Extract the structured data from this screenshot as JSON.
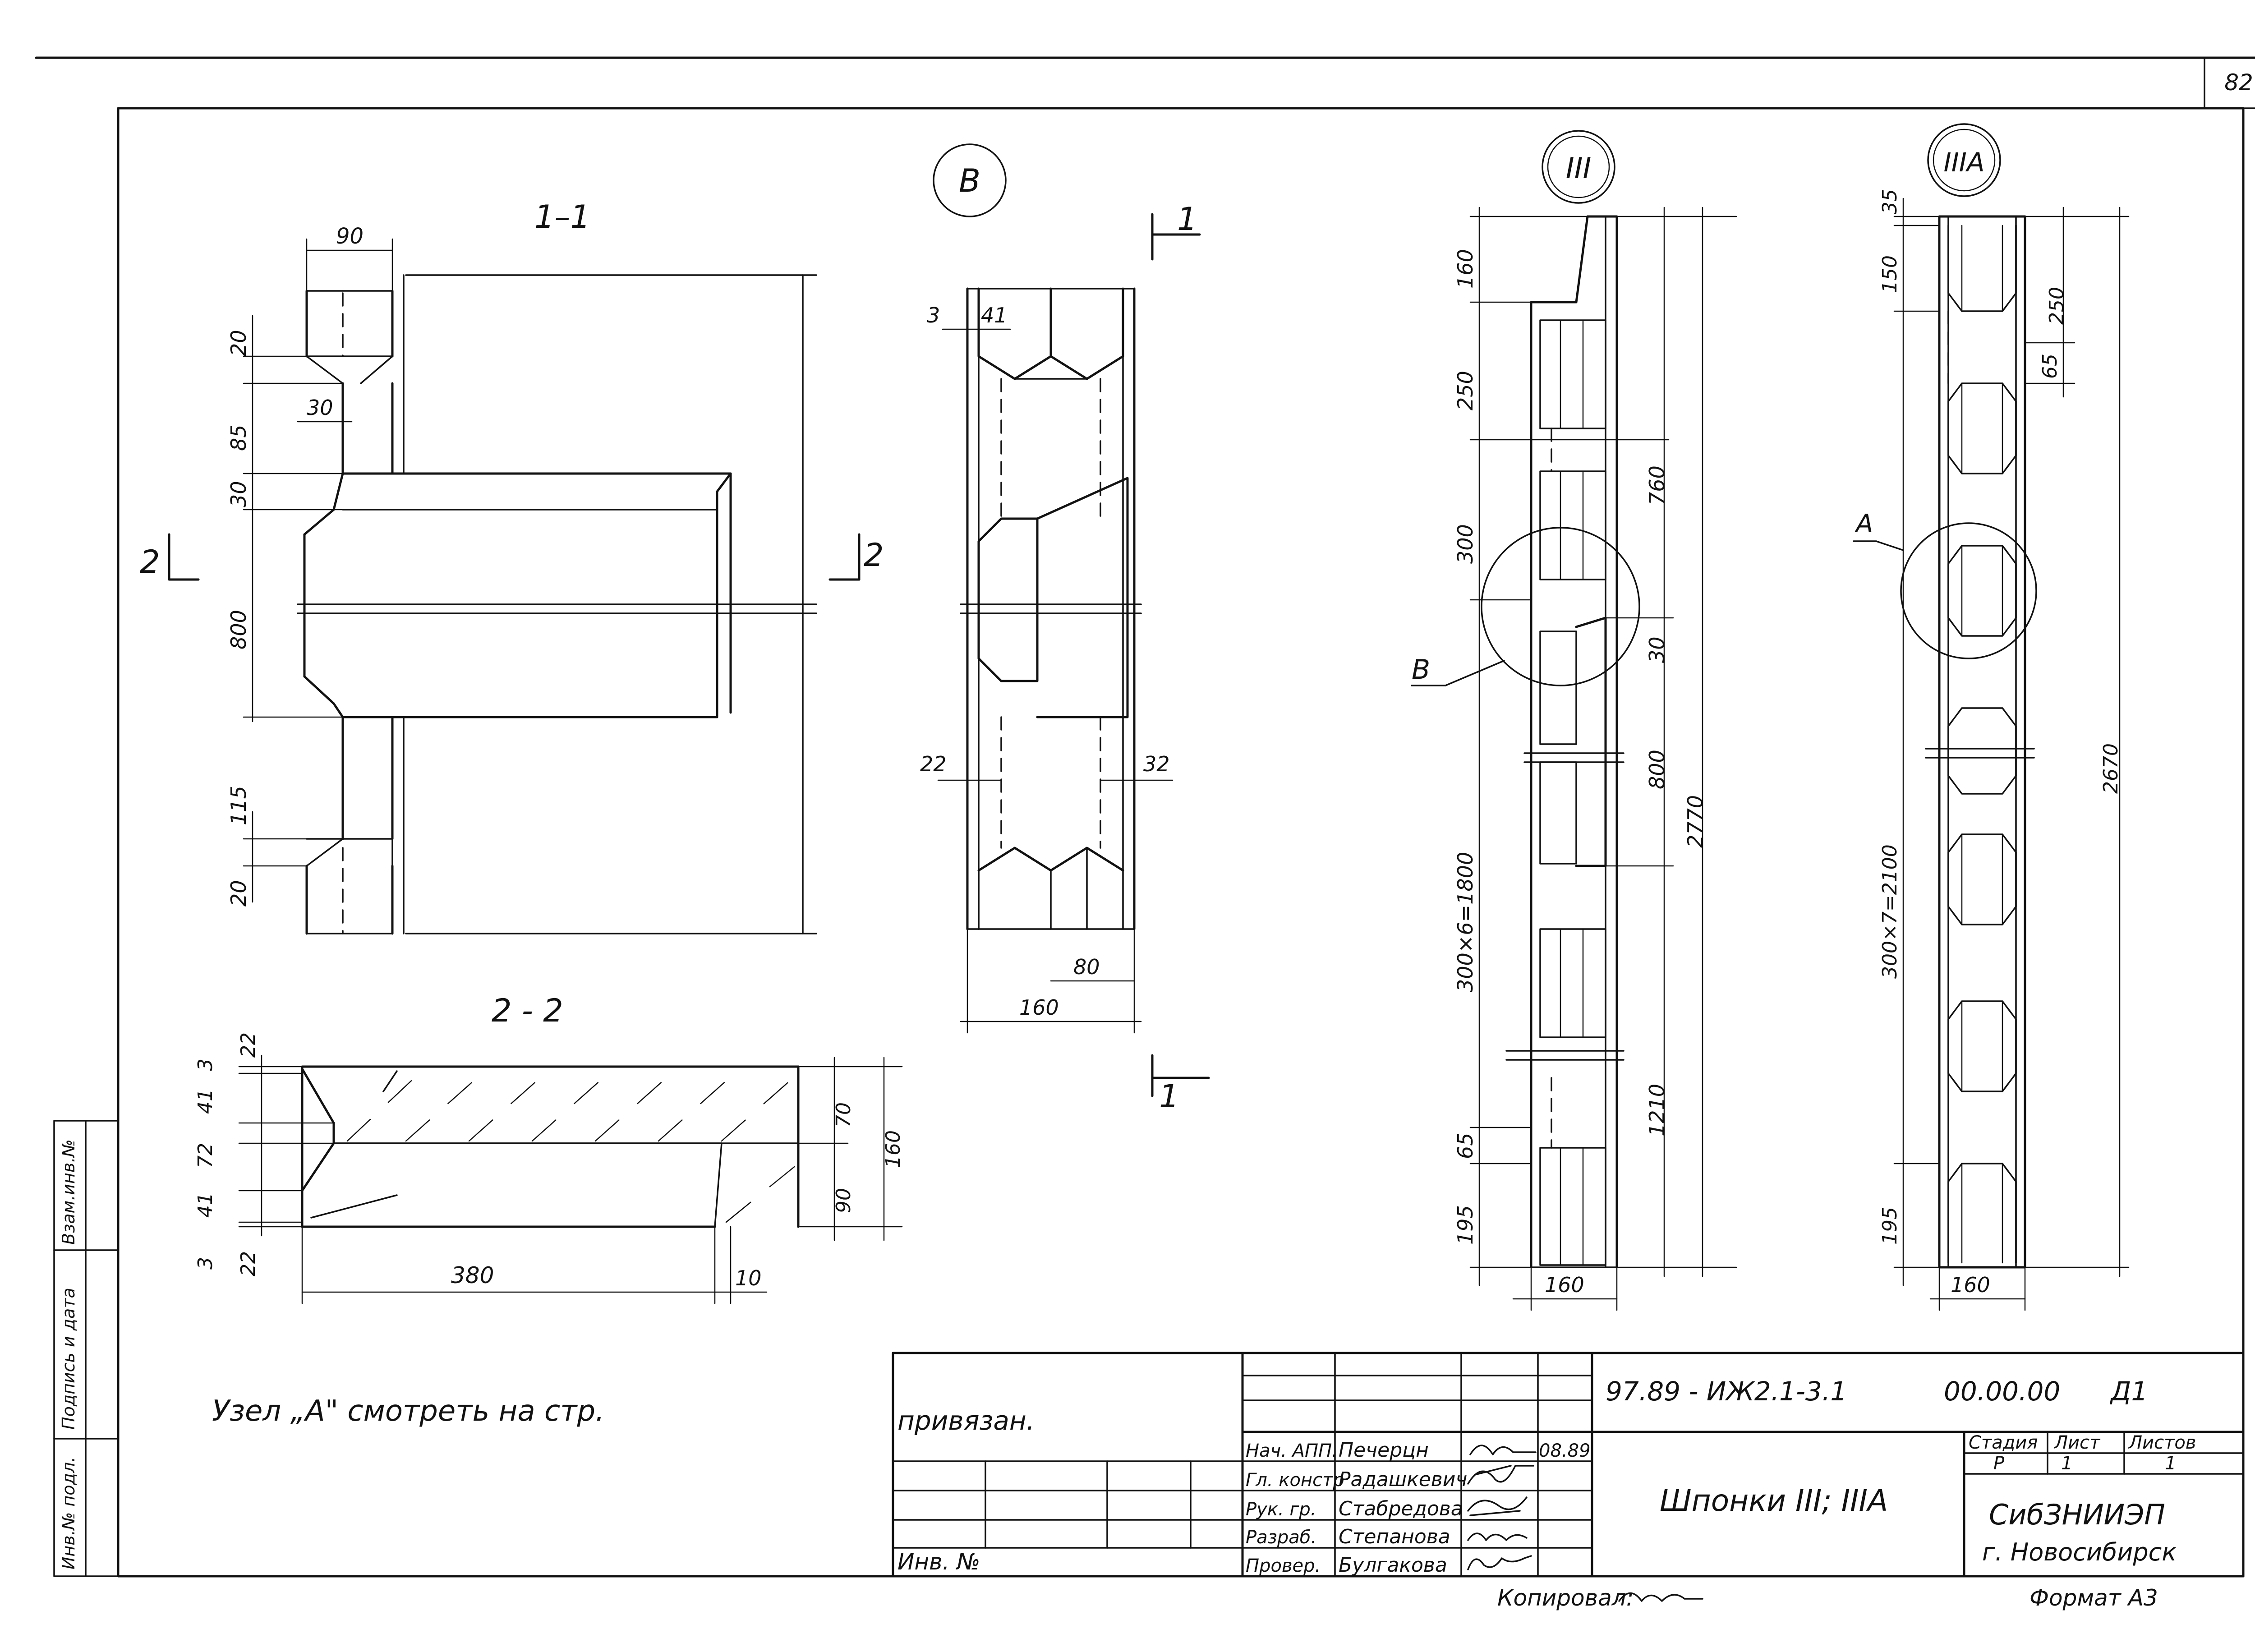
{
  "page_number": "82",
  "views": {
    "section_1_1": {
      "title": "1–1",
      "cut_mark": "2",
      "dims": {
        "w90": "90",
        "d20_top": "20",
        "d30": "30",
        "d85": "85",
        "d30b": "30",
        "d800": "800",
        "d115": "115",
        "d20_bot": "20"
      }
    },
    "section_2_2": {
      "title": "2 - 2",
      "dims": {
        "d3a": "3",
        "d22a": "22",
        "d41a": "41",
        "d72": "72",
        "d41b": "41",
        "d3b": "3",
        "d22b": "22",
        "d70": "70",
        "d90": "90",
        "d160": "160",
        "d380": "380",
        "d10": "10"
      }
    },
    "node_v": {
      "label": "В",
      "cut_mark": "1",
      "dims": {
        "d3": "3",
        "d41": "41",
        "d22": "22",
        "d32": "32",
        "d80": "80",
        "d160": "160"
      }
    },
    "key_III": {
      "label": "III",
      "node_callout": "В",
      "dims": {
        "d160_top": "160",
        "d250": "250",
        "d300": "300",
        "d760": "760",
        "d30": "30",
        "d800": "800",
        "d2770": "2770",
        "d300x6": "300×6=1800",
        "d1210": "1210",
        "d65": "65",
        "d195": "195",
        "d160_w": "160"
      }
    },
    "key_IIIA": {
      "label": "IIIА",
      "node_callout": "А",
      "dims": {
        "d35": "35",
        "d150": "150",
        "d250": "250",
        "d65": "65",
        "d2670": "2670",
        "d300x7": "300×7=2100",
        "d195": "195",
        "d160_w": "160"
      }
    }
  },
  "note": "Узел „А\" смотреть на стр.",
  "title_block": {
    "doc_code": "97.89 - ИЖ2.1-3.1",
    "doc_num": "00.00.00",
    "sheet_mark": "Д1",
    "title": "Шпонки III; IIIА",
    "stage_label": "Стадия",
    "sheet_label": "Лист",
    "sheets_label": "Листов",
    "stage": "Р",
    "sheet": "1",
    "sheets": "1",
    "org": "СибЗНИИЭП",
    "city": "г. Новосибирск",
    "bound_label": "привязан.",
    "inv_label": "Инв. №",
    "roles": [
      "Нач. АПП.",
      "Гл. констр",
      "Рук. гр.",
      "Разраб.",
      "Провер."
    ],
    "names": [
      "Печерцн",
      "Радашкевич",
      "Стабредова",
      "Степанова",
      "Булгакова"
    ],
    "date": "08.89"
  },
  "side_stamp": [
    "Взам.инв.№",
    "Подпись и дата",
    "Инв.№ подл."
  ],
  "copied": "Копировал:",
  "format": "Формат А3"
}
